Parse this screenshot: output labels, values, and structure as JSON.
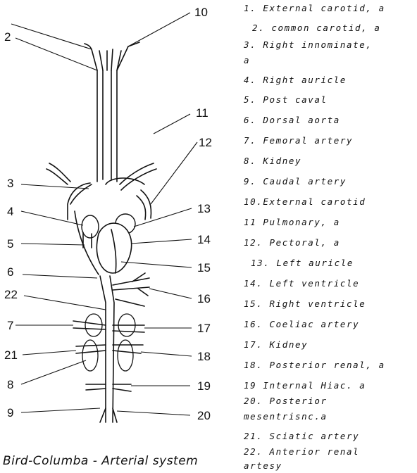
{
  "caption": "Bird-Columba - Arterial system",
  "callouts": [
    "10",
    "2",
    "11",
    "12",
    "3",
    "4",
    "13",
    "5",
    "14",
    "15",
    "6",
    "16",
    "22",
    "7",
    "17",
    "21",
    "18",
    "8",
    "19",
    "9",
    "20"
  ],
  "legend": [
    "1. External carotid, a",
    "2. common carotid, a",
    "3.  Right innominate,",
    "a",
    "4.  Right auricle",
    "5.  Post caval",
    "6.  Dorsal aorta",
    "7.  Femoral artery",
    "8.  Kidney",
    "9.  Caudal artery",
    "10.External carotid",
    "11 Pulmonary, a",
    "12. Pectoral, a",
    "13. Left auricle",
    "14. Left ventricle",
    "15. Right ventricle",
    "16. Coeliac artery",
    "17. Kidney",
    "18. Posterior renal, a",
    "19 Internal Hiac. a",
    "20. Posterior",
    "mesentrisnc.a",
    "21. Sciatic artery",
    "22. Anterior renal",
    "artesy"
  ]
}
